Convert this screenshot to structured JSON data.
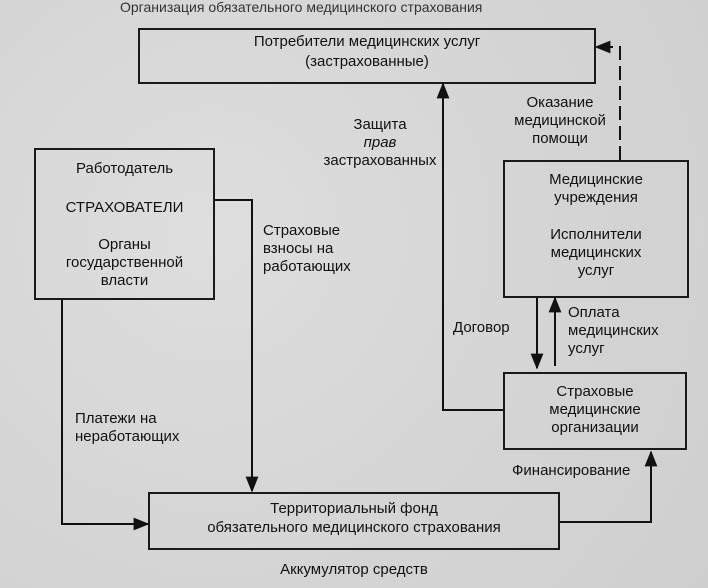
{
  "header_fragment": "Организация обязательного медицинского страхования",
  "boxes": {
    "consumers": [
      "Потребители медицинских услуг",
      "(застрахованные)"
    ],
    "employer": {
      "top": "Работодатель",
      "middle": "СТРАХОВАТЕЛИ",
      "bottom": [
        "Органы",
        "государственной",
        "власти"
      ]
    },
    "medical_institutions": {
      "top": [
        "Медицинские",
        "учреждения"
      ],
      "bottom": [
        "Исполнители",
        "медицинских",
        "услуг"
      ]
    },
    "insurers": [
      "Страховые",
      "медицинские",
      "организации"
    ],
    "fund": [
      "Территориальный фонд",
      "обязательного медицинского страхования"
    ]
  },
  "labels": {
    "medical_help": [
      "Оказание",
      "медицинской",
      "помощи"
    ],
    "protection": [
      "Защита",
      "прав",
      "застрахованных"
    ],
    "contributions": [
      "Страховые",
      "взносы на",
      "работающих"
    ],
    "contract": "Договор",
    "payment": [
      "Оплата",
      "медицинских",
      "услуг"
    ],
    "nonworking": [
      "Платежи на",
      "неработающих"
    ],
    "financing": "Финансирование",
    "accumulator": "Аккумулятор средств"
  }
}
